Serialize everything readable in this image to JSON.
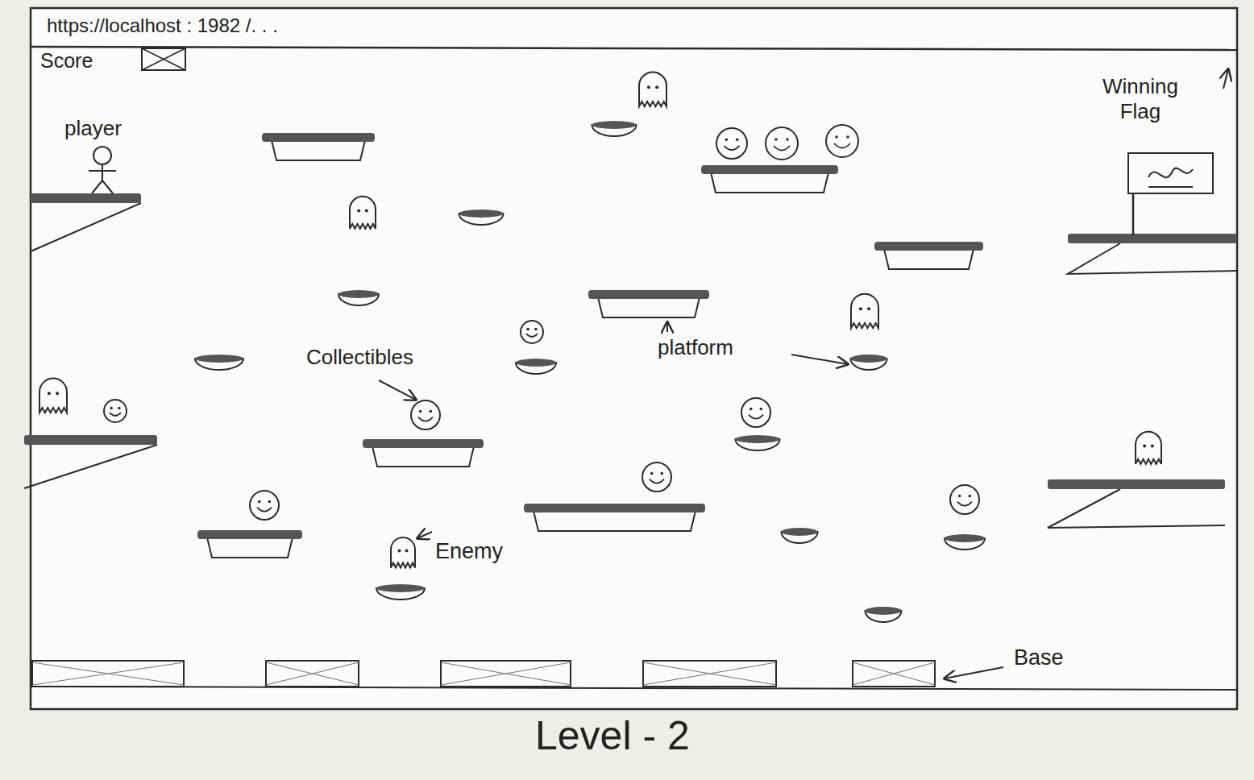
{
  "diagram": {
    "caption": "Level - 2",
    "nodes": [
      {
        "text": [
          "https://localhost : 1982 /. . ."
        ]
      }
    ],
    "labels": [
      "Score",
      "player",
      "Winning Flag",
      "Collectibles",
      "platform",
      "Enemy",
      "Base"
    ]
  }
}
